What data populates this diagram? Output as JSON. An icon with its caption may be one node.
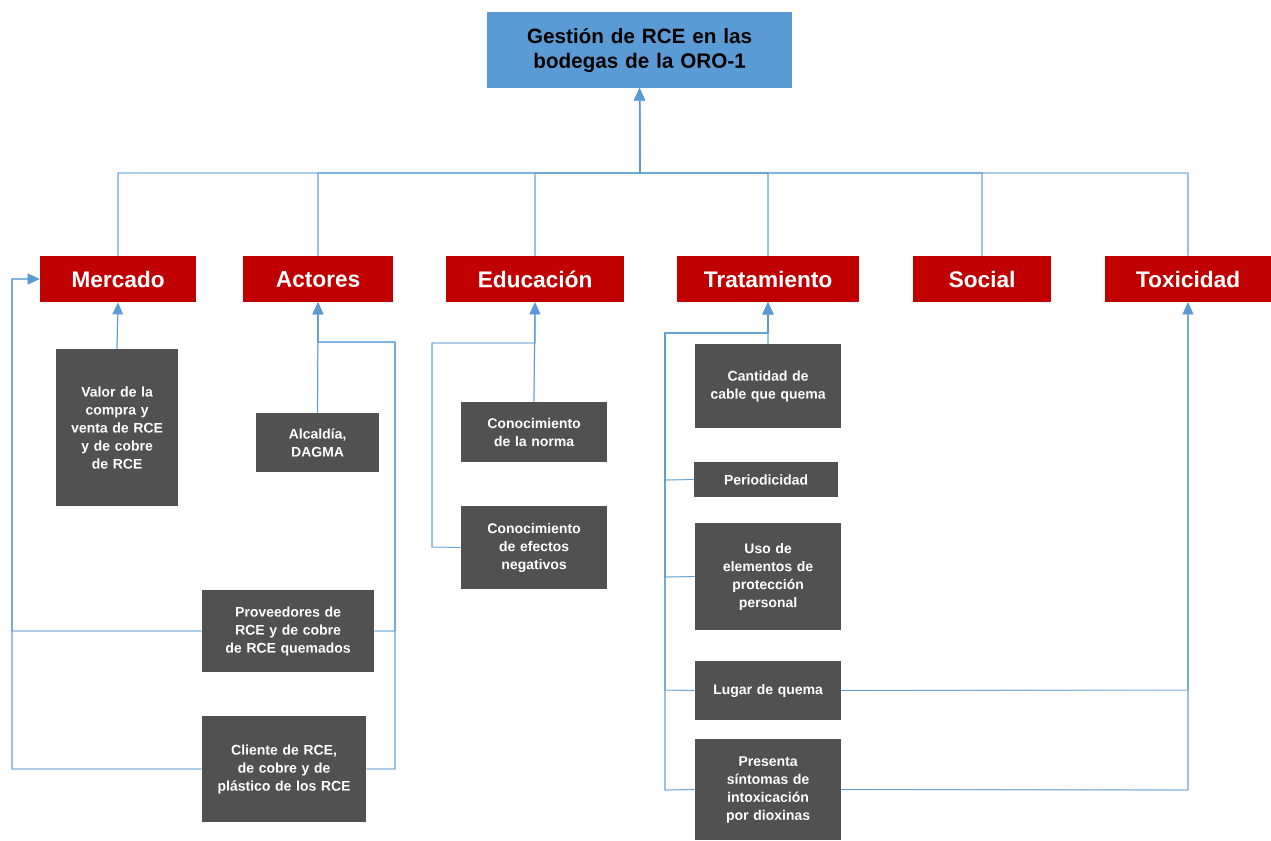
{
  "diagram": {
    "nodes": [
      {
        "text": [
          "Gestión de RCE en las bodegas de la ORO-1"
        ]
      },
      {
        "text": [
          "Mercado"
        ]
      },
      {
        "text": [
          "Actores"
        ]
      },
      {
        "text": [
          "Educación"
        ]
      },
      {
        "text": [
          "Tratamiento"
        ]
      },
      {
        "text": [
          "Social"
        ]
      },
      {
        "text": [
          "Toxicidad"
        ]
      },
      {
        "text": [
          "Valor de la compra y venta de RCE y de cobre de RCE"
        ]
      },
      {
        "text": [
          "Alcaldía, DAGMA"
        ]
      },
      {
        "text": [
          "Proveedores de RCE y de cobre de RCE quemados"
        ]
      },
      {
        "text": [
          "Cliente de RCE, de cobre y de plástico de los RCE"
        ]
      },
      {
        "text": [
          "Conocimiento de la norma"
        ]
      },
      {
        "text": [
          "Conocimiento de efectos negativos"
        ]
      },
      {
        "text": [
          "Cantidad de cable que quema"
        ]
      },
      {
        "text": [
          "Periodicidad"
        ]
      },
      {
        "text": [
          "Uso de elementos de protección personal"
        ]
      },
      {
        "text": [
          "Lugar de quema"
        ]
      },
      {
        "text": [
          "Presenta síntomas de intoxicación por dioxinas"
        ]
      }
    ],
    "edges": [
      {
        "from": 1,
        "to": 0,
        "arrow": "to"
      },
      {
        "from": 2,
        "to": 0,
        "arrow": "to"
      },
      {
        "from": 3,
        "to": 0,
        "arrow": "to"
      },
      {
        "from": 4,
        "to": 0,
        "arrow": "to"
      },
      {
        "from": 5,
        "to": 0,
        "arrow": "to"
      },
      {
        "from": 6,
        "to": 0,
        "arrow": "to"
      },
      {
        "from": 7,
        "to": 1,
        "arrow": "to"
      },
      {
        "from": 8,
        "to": 2,
        "arrow": "to"
      },
      {
        "from": 9,
        "to": 2,
        "arrow": "to"
      },
      {
        "from": 10,
        "to": 2,
        "arrow": "to"
      },
      {
        "from": 9,
        "to": 1,
        "arrow": "to"
      },
      {
        "from": 10,
        "to": 1,
        "arrow": "to"
      },
      {
        "from": 11,
        "to": 3,
        "arrow": "to"
      },
      {
        "from": 12,
        "to": 3,
        "arrow": "to"
      },
      {
        "from": 13,
        "to": 4,
        "arrow": "to"
      },
      {
        "from": 14,
        "to": 4,
        "arrow": "to"
      },
      {
        "from": 15,
        "to": 4,
        "arrow": "to"
      },
      {
        "from": 16,
        "to": 4,
        "arrow": "to"
      },
      {
        "from": 17,
        "to": 4,
        "arrow": "to"
      },
      {
        "from": 16,
        "to": 6,
        "arrow": "to"
      },
      {
        "from": 17,
        "to": 6,
        "arrow": "to"
      }
    ]
  }
}
